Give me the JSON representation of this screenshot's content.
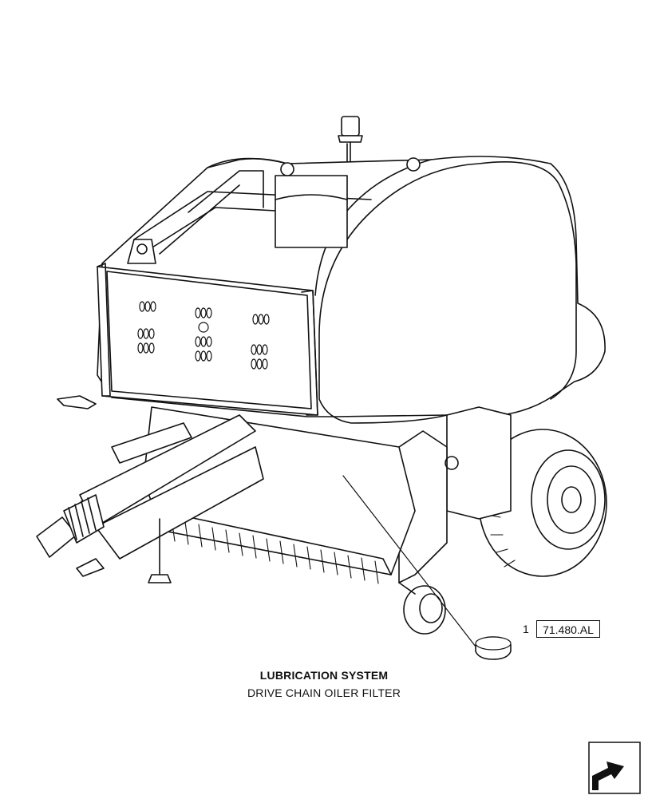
{
  "callout": {
    "item_number": "1",
    "reference_code": "71.480.AL"
  },
  "caption": {
    "system_title": "LUBRICATION SYSTEM",
    "component_name": "DRIVE CHAIN OILER FILTER"
  },
  "icons": {
    "nav": "next-page-arrow-icon"
  },
  "colors": {
    "line": "#111111",
    "background": "#ffffff",
    "nav_fill": "#111111"
  }
}
